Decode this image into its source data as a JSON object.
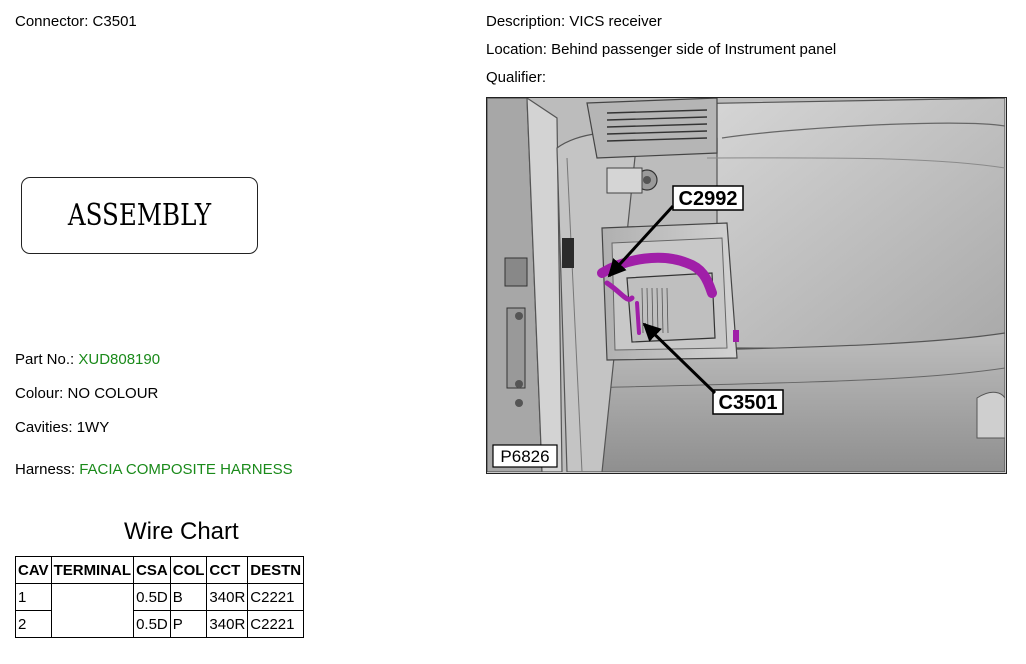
{
  "connector": {
    "label": "Connector:",
    "value": "C3501"
  },
  "description": {
    "label": "Description:",
    "value": "VICS receiver"
  },
  "location": {
    "label": "Location:",
    "value": "Behind passenger side of Instrument panel"
  },
  "qualifier": {
    "label": "Qualifier:",
    "value": ""
  },
  "assembly_label": "ASSEMBLY",
  "part_no": {
    "label": "Part No.:",
    "value": "XUD808190"
  },
  "colour": {
    "label": "Colour:",
    "value": "NO COLOUR"
  },
  "cavities": {
    "label": "Cavities:",
    "value": "1WY"
  },
  "harness": {
    "label": "Harness:",
    "value": "FACIA COMPOSITE HARNESS"
  },
  "wire_chart": {
    "title": "Wire Chart",
    "headers": [
      "CAV",
      "TERMINAL",
      "CSA",
      "COL",
      "CCT",
      "DESTN"
    ],
    "rows": [
      [
        "1",
        "",
        "0.5D",
        "B",
        "340R",
        "C2221"
      ],
      [
        "2",
        "",
        "0.5D",
        "P",
        "340R",
        "C2221"
      ]
    ]
  },
  "illustration": {
    "callout_top": "C2992",
    "callout_bottom": "C3501",
    "figure_id": "P6826",
    "harness_color": "#a01fa8"
  }
}
